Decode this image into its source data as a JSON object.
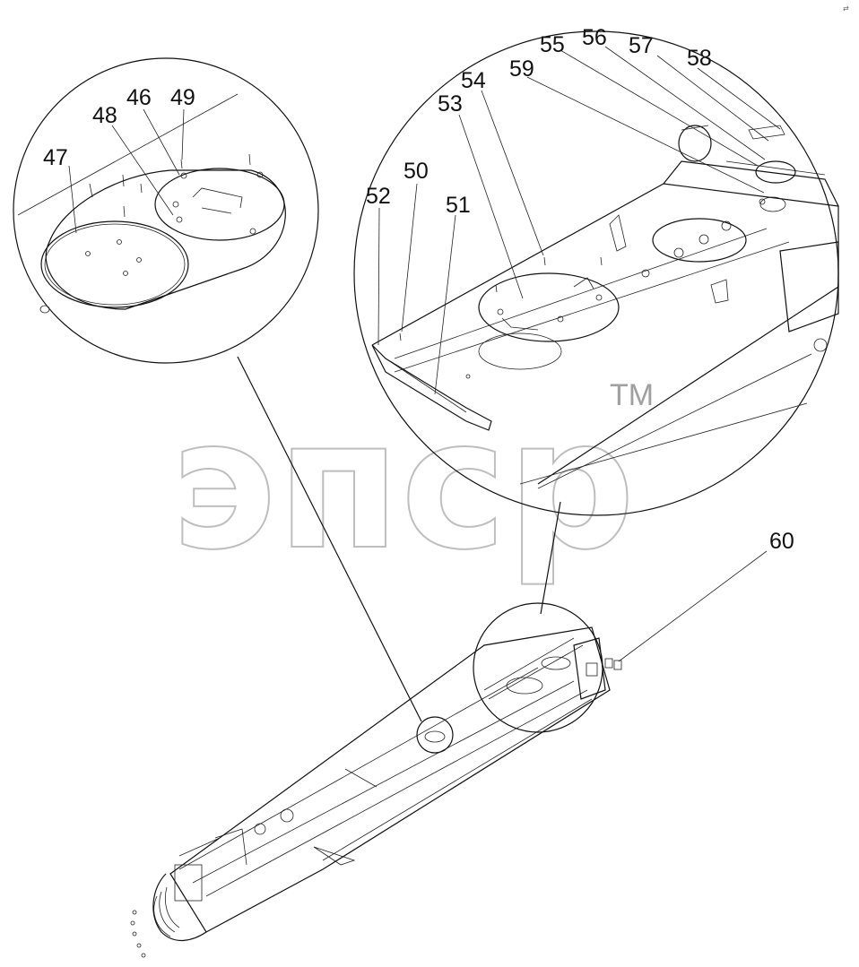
{
  "watermark": {
    "text": "эпср",
    "tm": "TM"
  },
  "corner_mark": "⇄",
  "callouts": {
    "c46": "46",
    "c47": "47",
    "c48": "48",
    "c49": "49",
    "c50": "50",
    "c51": "51",
    "c52": "52",
    "c53": "53",
    "c54": "54",
    "c55": "55",
    "c56": "56",
    "c57": "57",
    "c58": "58",
    "c59": "59",
    "c60": "60"
  }
}
